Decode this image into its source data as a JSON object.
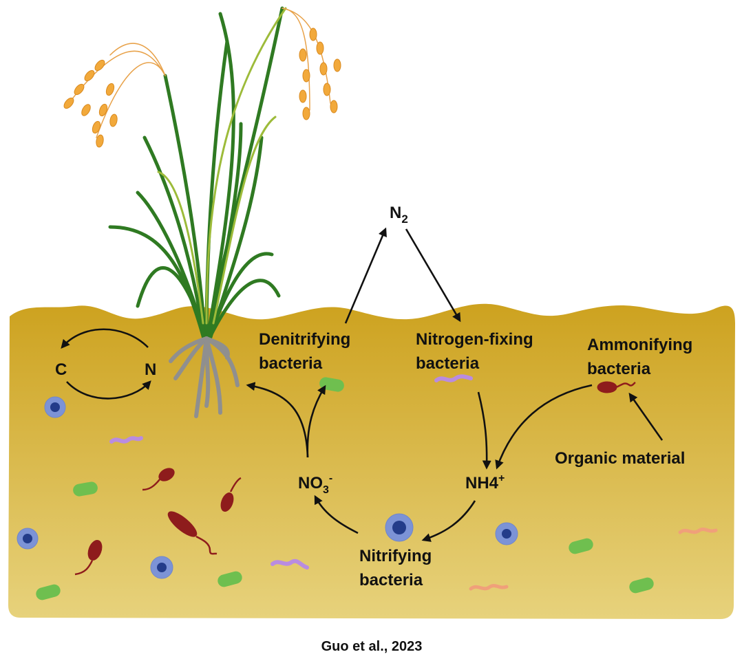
{
  "labels": {
    "n2": "N",
    "n2_sub": "2",
    "c": "C",
    "n": "N",
    "denitrifying_1": "Denitrifying",
    "denitrifying_2": "bacteria",
    "nitrogen_fixing_1": "Nitrogen-fixing",
    "nitrogen_fixing_2": "bacteria",
    "ammonifying_1": "Ammonifying",
    "ammonifying_2": "bacteria",
    "organic_material": "Organic material",
    "nh4": "NH4",
    "nh4_sup": "+",
    "no3": "NO",
    "no3_sub": "3",
    "no3_sup": "-",
    "nitrifying_1": "Nitrifying",
    "nitrifying_2": "bacteria"
  },
  "citation": "Guo et al., 2023",
  "colors": {
    "soil_top": "#cda21f",
    "soil_bottom": "#e7d27c",
    "leaf": "#3f8a2c",
    "grain": "#f2a93b",
    "root": "#8f8f8f",
    "arrow": "#111111"
  }
}
